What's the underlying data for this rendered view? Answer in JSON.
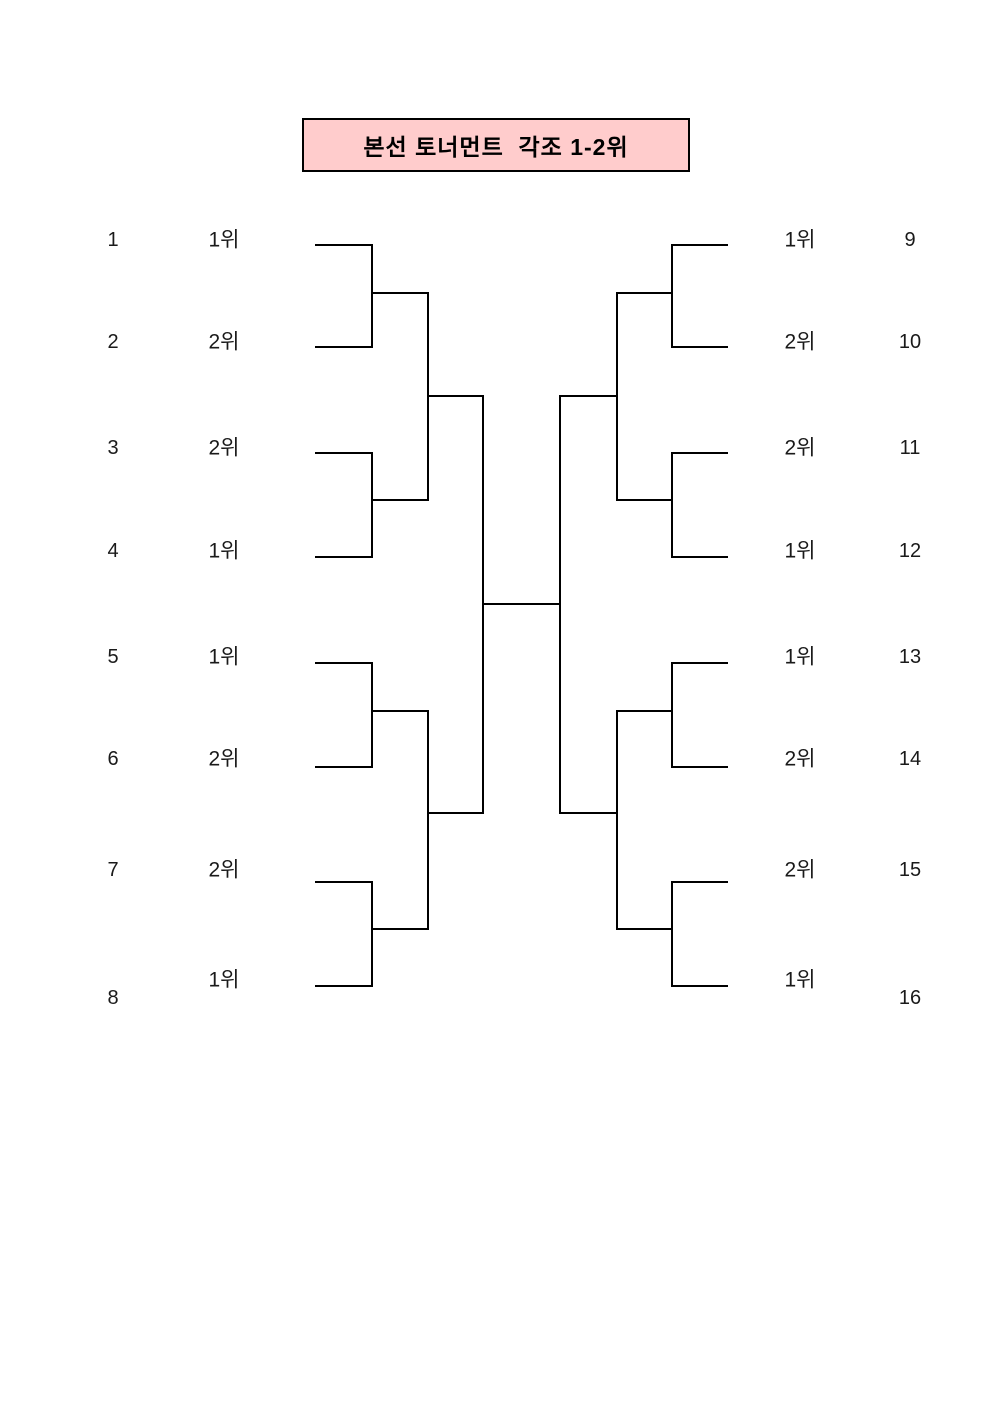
{
  "title": {
    "text": "본선 토너먼트  각조 1-2위"
  },
  "colors": {
    "page_bg": "#FFFFFF",
    "title_bg": "#FFCCCC",
    "title_border": "#000000",
    "bracket_line": "#000000",
    "text": "#000000"
  },
  "bracket": {
    "left_seeds": [
      "1",
      "2",
      "3",
      "4",
      "5",
      "6",
      "7",
      "8"
    ],
    "left_ranks": [
      "1위",
      "2위",
      "2위",
      "1위",
      "1위",
      "2위",
      "2위",
      "1위"
    ],
    "right_ranks": [
      "1위",
      "2위",
      "2위",
      "1위",
      "1위",
      "2위",
      "2위",
      "1위"
    ],
    "right_seeds": [
      "9",
      "10",
      "11",
      "12",
      "13",
      "14",
      "15",
      "16"
    ]
  }
}
